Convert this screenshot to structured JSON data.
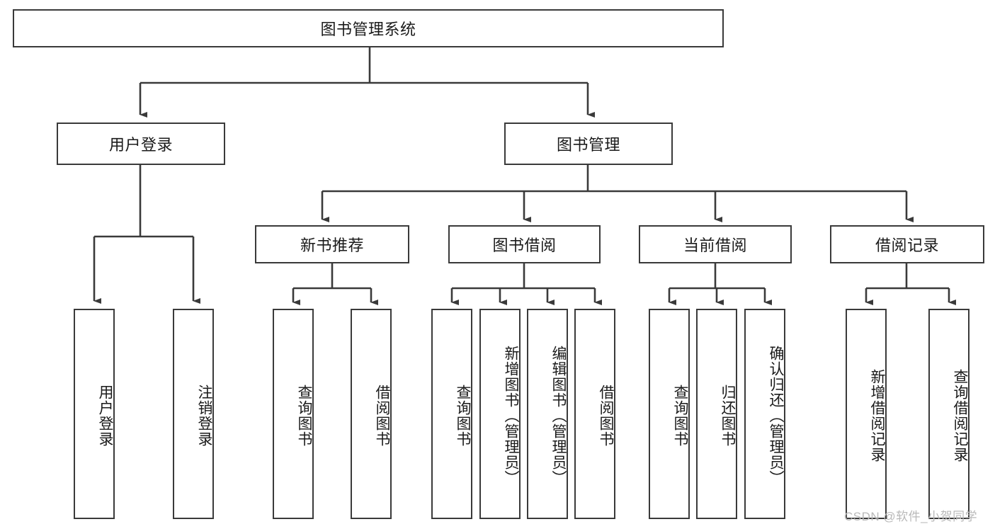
{
  "diagram": {
    "title": "图书管理系统",
    "type": "hierarchy-tree",
    "watermark": "CSDN @软件_小贺同学",
    "colors": {
      "box_border": "#3a3a3a",
      "box_fill": "#ffffff",
      "line": "#3a3a3a",
      "text": "#1a1a1a",
      "watermark": "#b9b9b9",
      "background": "#ffffff"
    },
    "root": {
      "label": "图书管理系统"
    },
    "level2": [
      {
        "label": "用户登录"
      },
      {
        "label": "图书管理"
      }
    ],
    "level3": [
      {
        "label": "新书推荐"
      },
      {
        "label": "图书借阅"
      },
      {
        "label": "当前借阅"
      },
      {
        "label": "借阅记录"
      }
    ],
    "leaves": {
      "user_login": [
        {
          "label": "用户登录"
        },
        {
          "label": "注销登录"
        }
      ],
      "new_book_recommend": [
        {
          "label": "查询图书"
        },
        {
          "label": "借阅图书"
        }
      ],
      "book_borrow": [
        {
          "label": "查询图书"
        },
        {
          "label": "新增图书（管理员）"
        },
        {
          "label": "编辑图书（管理员）"
        },
        {
          "label": "借阅图书"
        }
      ],
      "current_borrow": [
        {
          "label": "查询图书"
        },
        {
          "label": "归还图书"
        },
        {
          "label": "确认归还（管理员）"
        }
      ],
      "borrow_record": [
        {
          "label": "新增借阅记录"
        },
        {
          "label": "查询借阅记录"
        }
      ]
    }
  }
}
